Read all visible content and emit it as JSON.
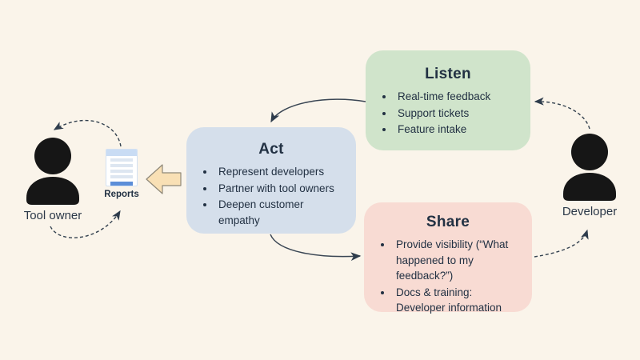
{
  "colors": {
    "background": "#faf4ea",
    "listen_box": "#d0e4cb",
    "act_box": "#d5dfeb",
    "share_box": "#f8dbd3",
    "text": "#223143",
    "arrow": "#2e3c4c",
    "block_arrow_fill": "#f9e0b5",
    "block_arrow_stroke": "#8f8878",
    "person": "#161616"
  },
  "boxes": {
    "listen": {
      "title": "Listen",
      "items": [
        "Real-time feedback",
        "Support tickets",
        "Feature intake"
      ]
    },
    "act": {
      "title": "Act",
      "items": [
        "Represent developers",
        "Partner with tool owners",
        "Deepen customer empathy"
      ]
    },
    "share": {
      "title": "Share",
      "items": [
        "Provide visibility (“What happened to my feedback?”)",
        "Docs & training: Developer information"
      ]
    }
  },
  "actors": {
    "tool_owner": {
      "label": "Tool owner",
      "icon": "person-icon"
    },
    "developer": {
      "label": "Developer",
      "icon": "person-icon"
    }
  },
  "artifact": {
    "label": "Reports",
    "icon": "document-icon"
  },
  "flows": {
    "listen_to_act": "solid-curved-arrow",
    "act_to_share": "solid-curved-arrow",
    "act_to_reports": "left-block-arrow",
    "reports_to_tool_owner": "dashed-curved-arrow",
    "tool_owner_to_reports": "dashed-curved-arrow",
    "developer_to_listen": "dashed-curved-arrow",
    "share_to_developer": "dashed-curved-arrow"
  }
}
